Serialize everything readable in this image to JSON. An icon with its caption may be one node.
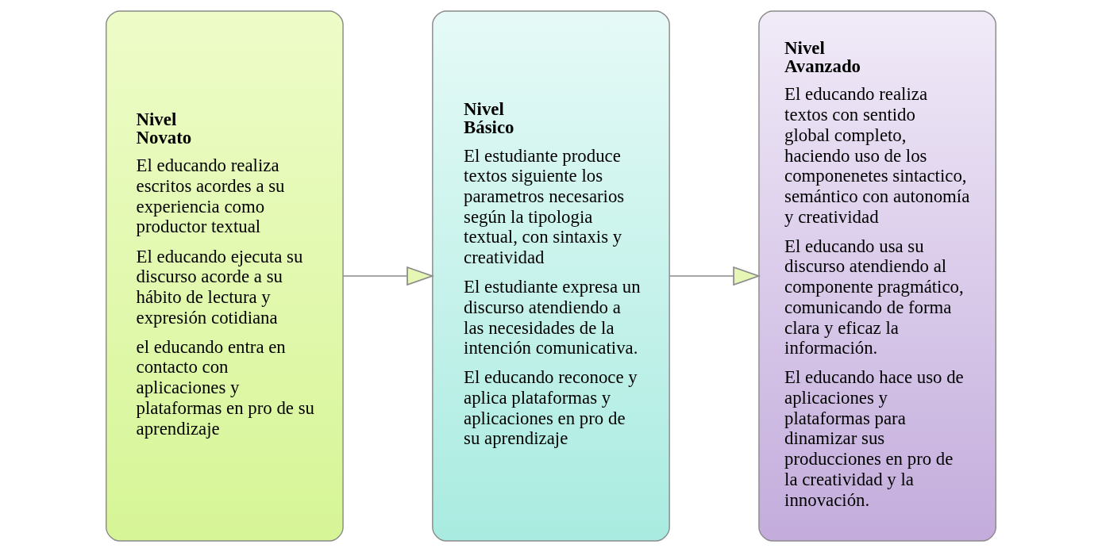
{
  "diagram": {
    "nodes": [
      {
        "text": [
          "Nivel Novato",
          "El educando realiza escritos acordes a su experiencia como productor textual",
          "El educando ejecuta su discurso acorde a su hábito de lectura y expresión cotidiana",
          "el educando entra en contacto con aplicaciones y plataformas en pro de su aprendizaje"
        ]
      },
      {
        "text": [
          "Nivel Básico",
          "El estudiante produce textos siguiente los parametros necesarios según la tipologia textual, con sintaxis y creatividad",
          "El estudiante expresa un discurso atendiendo a las necesidades de la intención comunicativa.",
          "El educando reconoce y aplica plataformas y aplicaciones en pro de su aprendizaje"
        ]
      },
      {
        "text": [
          "Nivel Avanzado",
          "El educando realiza textos con sentido global completo, haciendo uso de los componenetes sintactico, semántico con autonomía y creatividad",
          "El educando usa su discurso atendiendo al componente pragmático, comunicando de forma clara y eficaz la información.",
          "El educando hace uso de aplicaciones y plataformas para dinamizar sus producciones en pro de la creatividad y la innovación."
        ]
      }
    ],
    "edges": [
      {
        "from": 0,
        "to": 1,
        "arrow": "to"
      },
      {
        "from": 1,
        "to": 2,
        "arrow": "to"
      }
    ]
  }
}
